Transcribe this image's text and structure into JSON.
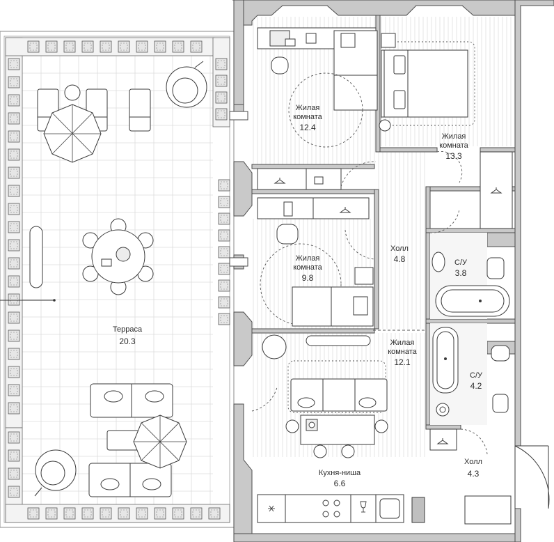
{
  "rooms": {
    "living_1": {
      "name_line1": "Жилая",
      "name_line2": "комната",
      "area": "12.4"
    },
    "living_2": {
      "name_line1": "Жилая",
      "name_line2": "комната",
      "area": "13.3"
    },
    "living_3": {
      "name_line1": "Жилая",
      "name_line2": "комната",
      "area": "9.8"
    },
    "living_4": {
      "name_line1": "Жилая",
      "name_line2": "комната",
      "area": "12.1"
    },
    "hall_1": {
      "name": "Холл",
      "area": "4.8"
    },
    "hall_2": {
      "name": "Холл",
      "area": "4.3"
    },
    "bath_1": {
      "name": "С/У",
      "area": "3.8"
    },
    "bath_2": {
      "name": "С/У",
      "area": "4.2"
    },
    "kitchen": {
      "name": "Кухня-ниша",
      "area": "6.6"
    },
    "terrace": {
      "name": "Терраса",
      "area": "20.3"
    }
  },
  "colors": {
    "wall": "#c9c9c9",
    "line": "#3a3a3a",
    "grid": "#dcdcdc",
    "background": "#ffffff"
  },
  "icons": [
    "hanger-icon",
    "star-icon",
    "wine-glass-icon",
    "snowflake-icon"
  ]
}
